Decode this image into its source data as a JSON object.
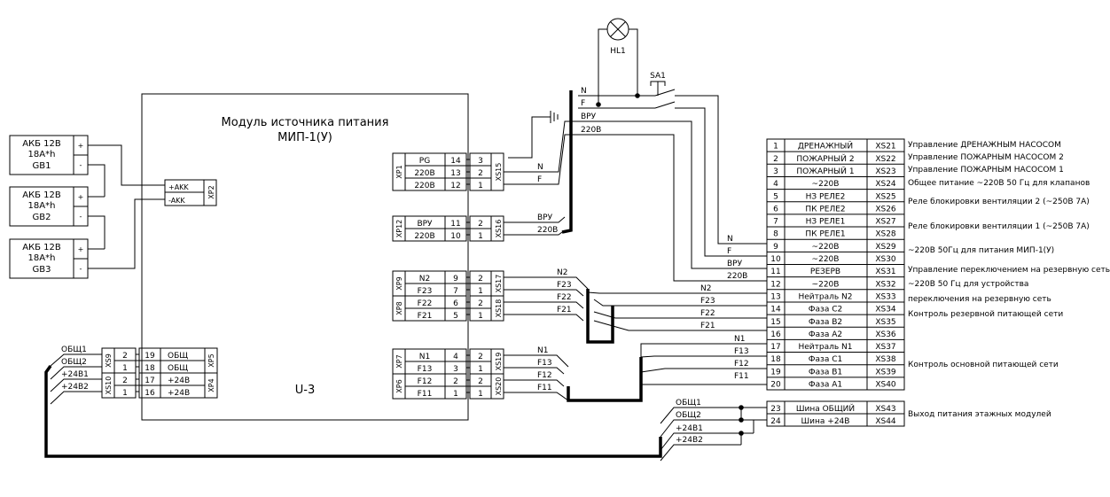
{
  "module": {
    "title_line1": "Модуль источника питания",
    "title_line2": "МИП-1(У)",
    "ref": "U-3"
  },
  "batteries": [
    {
      "line1": "АКБ 12В",
      "line2": "18А*h",
      "ref": "GB1",
      "plus": "+",
      "minus": "-"
    },
    {
      "line1": "АКБ 12В",
      "line2": "18А*h",
      "ref": "GB2",
      "plus": "+",
      "minus": "-"
    },
    {
      "line1": "АКБ 12В",
      "line2": "18А*h",
      "ref": "GB3",
      "plus": "+",
      "minus": "-"
    }
  ],
  "xp2": {
    "name": "XP2",
    "pins": [
      "+AKK",
      "-AKK"
    ]
  },
  "lamp": {
    "ref": "HL1"
  },
  "switch": {
    "ref": "SA1"
  },
  "power_in": {
    "n": "N",
    "f": "F",
    "vru": "ВРУ",
    "v220": "220В"
  },
  "xp1": {
    "name": "XP1",
    "xs": "XS15",
    "rows": [
      {
        "label": "PG",
        "pin": "14",
        "num": "3"
      },
      {
        "label": "220В",
        "pin": "13",
        "num": "2",
        "wire": "N"
      },
      {
        "label": "220В",
        "pin": "12",
        "num": "1",
        "wire": "F"
      }
    ]
  },
  "xp12": {
    "name": "XP12",
    "xs": "XS16",
    "rows": [
      {
        "label": "ВРУ",
        "pin": "11",
        "num": "2",
        "wire": "ВРУ"
      },
      {
        "label": "220В",
        "pin": "10",
        "num": "1",
        "wire": "220В"
      }
    ]
  },
  "xp9": {
    "name": "XP9",
    "xs": "XS17",
    "rows": [
      {
        "label": "N2",
        "pin": "9",
        "num": "2",
        "wire": "N2"
      },
      {
        "label": "F23",
        "pin": "7",
        "num": "1",
        "wire": "F23"
      }
    ]
  },
  "xp8": {
    "name": "XP8",
    "xs": "XS18",
    "rows": [
      {
        "label": "F22",
        "pin": "6",
        "num": "2",
        "wire": "F22"
      },
      {
        "label": "F21",
        "pin": "5",
        "num": "1",
        "wire": "F21"
      }
    ]
  },
  "xp7": {
    "name": "XP7",
    "xs": "XS19",
    "rows": [
      {
        "label": "N1",
        "pin": "4",
        "num": "2",
        "wire": "N1"
      },
      {
        "label": "F13",
        "pin": "3",
        "num": "1",
        "wire": "F13"
      }
    ]
  },
  "xp6": {
    "name": "XP6",
    "xs": "XS20",
    "rows": [
      {
        "label": "F12",
        "pin": "2",
        "num": "2",
        "wire": "F12"
      },
      {
        "label": "F11",
        "pin": "1",
        "num": "1",
        "wire": "F11"
      }
    ]
  },
  "xp5": {
    "name": "XP5",
    "xs": "XS9",
    "rows": [
      {
        "label": "ОБЩ",
        "pin": "19",
        "num": "2"
      },
      {
        "label": "ОБЩ",
        "pin": "18",
        "num": "1"
      }
    ]
  },
  "xp4": {
    "name": "XP4",
    "xs": "XS10",
    "rows": [
      {
        "label": "+24В",
        "pin": "17",
        "num": "2"
      },
      {
        "label": "+24В",
        "pin": "16",
        "num": "1"
      }
    ]
  },
  "left_wires": [
    "ОБЩ1",
    "ОБЩ2",
    "+24В1",
    "+24В2"
  ],
  "bottom_wires": [
    "ОБЩ1",
    "ОБЩ2",
    "+24В1",
    "+24В2"
  ],
  "terminal_rows": [
    {
      "n": "1",
      "label": "ДРЕНАЖНЫЙ",
      "xs": "XS21"
    },
    {
      "n": "2",
      "label": "ПОЖАРНЫЙ 2",
      "xs": "XS22"
    },
    {
      "n": "3",
      "label": "ПОЖАРНЫЙ 1",
      "xs": "XS23"
    },
    {
      "n": "4",
      "label": "~220В",
      "xs": "XS24"
    },
    {
      "n": "5",
      "label": "НЗ РЕЛЕ2",
      "xs": "XS25"
    },
    {
      "n": "6",
      "label": "ПК РЕЛЕ2",
      "xs": "XS26"
    },
    {
      "n": "7",
      "label": "НЗ РЕЛЕ1",
      "xs": "XS27"
    },
    {
      "n": "8",
      "label": "ПК РЕЛЕ1",
      "xs": "XS28"
    },
    {
      "n": "9",
      "label": "~220В",
      "xs": "XS29",
      "wire": "N"
    },
    {
      "n": "10",
      "label": "~220В",
      "xs": "XS30",
      "wire": "F"
    },
    {
      "n": "11",
      "label": "РЕЗЕРВ",
      "xs": "XS31",
      "wire": "ВРУ"
    },
    {
      "n": "12",
      "label": "~220В",
      "xs": "XS32",
      "wire": "220В"
    },
    {
      "n": "13",
      "label": "Нейтраль N2",
      "xs": "XS33",
      "wire": "N2"
    },
    {
      "n": "14",
      "label": "Фаза С2",
      "xs": "XS34",
      "wire": "F23"
    },
    {
      "n": "15",
      "label": "Фаза В2",
      "xs": "XS35",
      "wire": "F22"
    },
    {
      "n": "16",
      "label": "Фаза А2",
      "xs": "XS36",
      "wire": "F21"
    },
    {
      "n": "17",
      "label": "Нейтраль N1",
      "xs": "XS37",
      "wire": "N1"
    },
    {
      "n": "18",
      "label": "Фаза С1",
      "xs": "XS38",
      "wire": "F13"
    },
    {
      "n": "19",
      "label": "Фаза В1",
      "xs": "XS39",
      "wire": "F12"
    },
    {
      "n": "20",
      "label": "Фаза А1",
      "xs": "XS40",
      "wire": "F11"
    }
  ],
  "bus_rows": [
    {
      "n": "23",
      "label": "Шина ОБЩИЙ",
      "xs": "XS43"
    },
    {
      "n": "24",
      "label": "Шина +24В",
      "xs": "XS44"
    }
  ],
  "descriptions": [
    "Управление ДРЕНАЖНЫМ НАСОСОМ",
    "Управление ПОЖАРНЫМ НАСОСОМ 2",
    "Управление ПОЖАРНЫМ НАСОСОМ 1",
    "Общее питание ~220В  50 Гц для клапанов",
    "Реле блокировки вентиляции 2  (~250В 7А)",
    "Реле блокировки вентиляции 1  (~250В 7А)",
    "~220В 50Гц для питания МИП-1(У)",
    "Управление переключением на резервную сеть",
    "~220В 50 Гц для устройства",
    "переключения на резервную сеть",
    "Контроль резервной питающей сети",
    "Контроль основной питающей сети",
    "Выход питания этажных модулей"
  ]
}
